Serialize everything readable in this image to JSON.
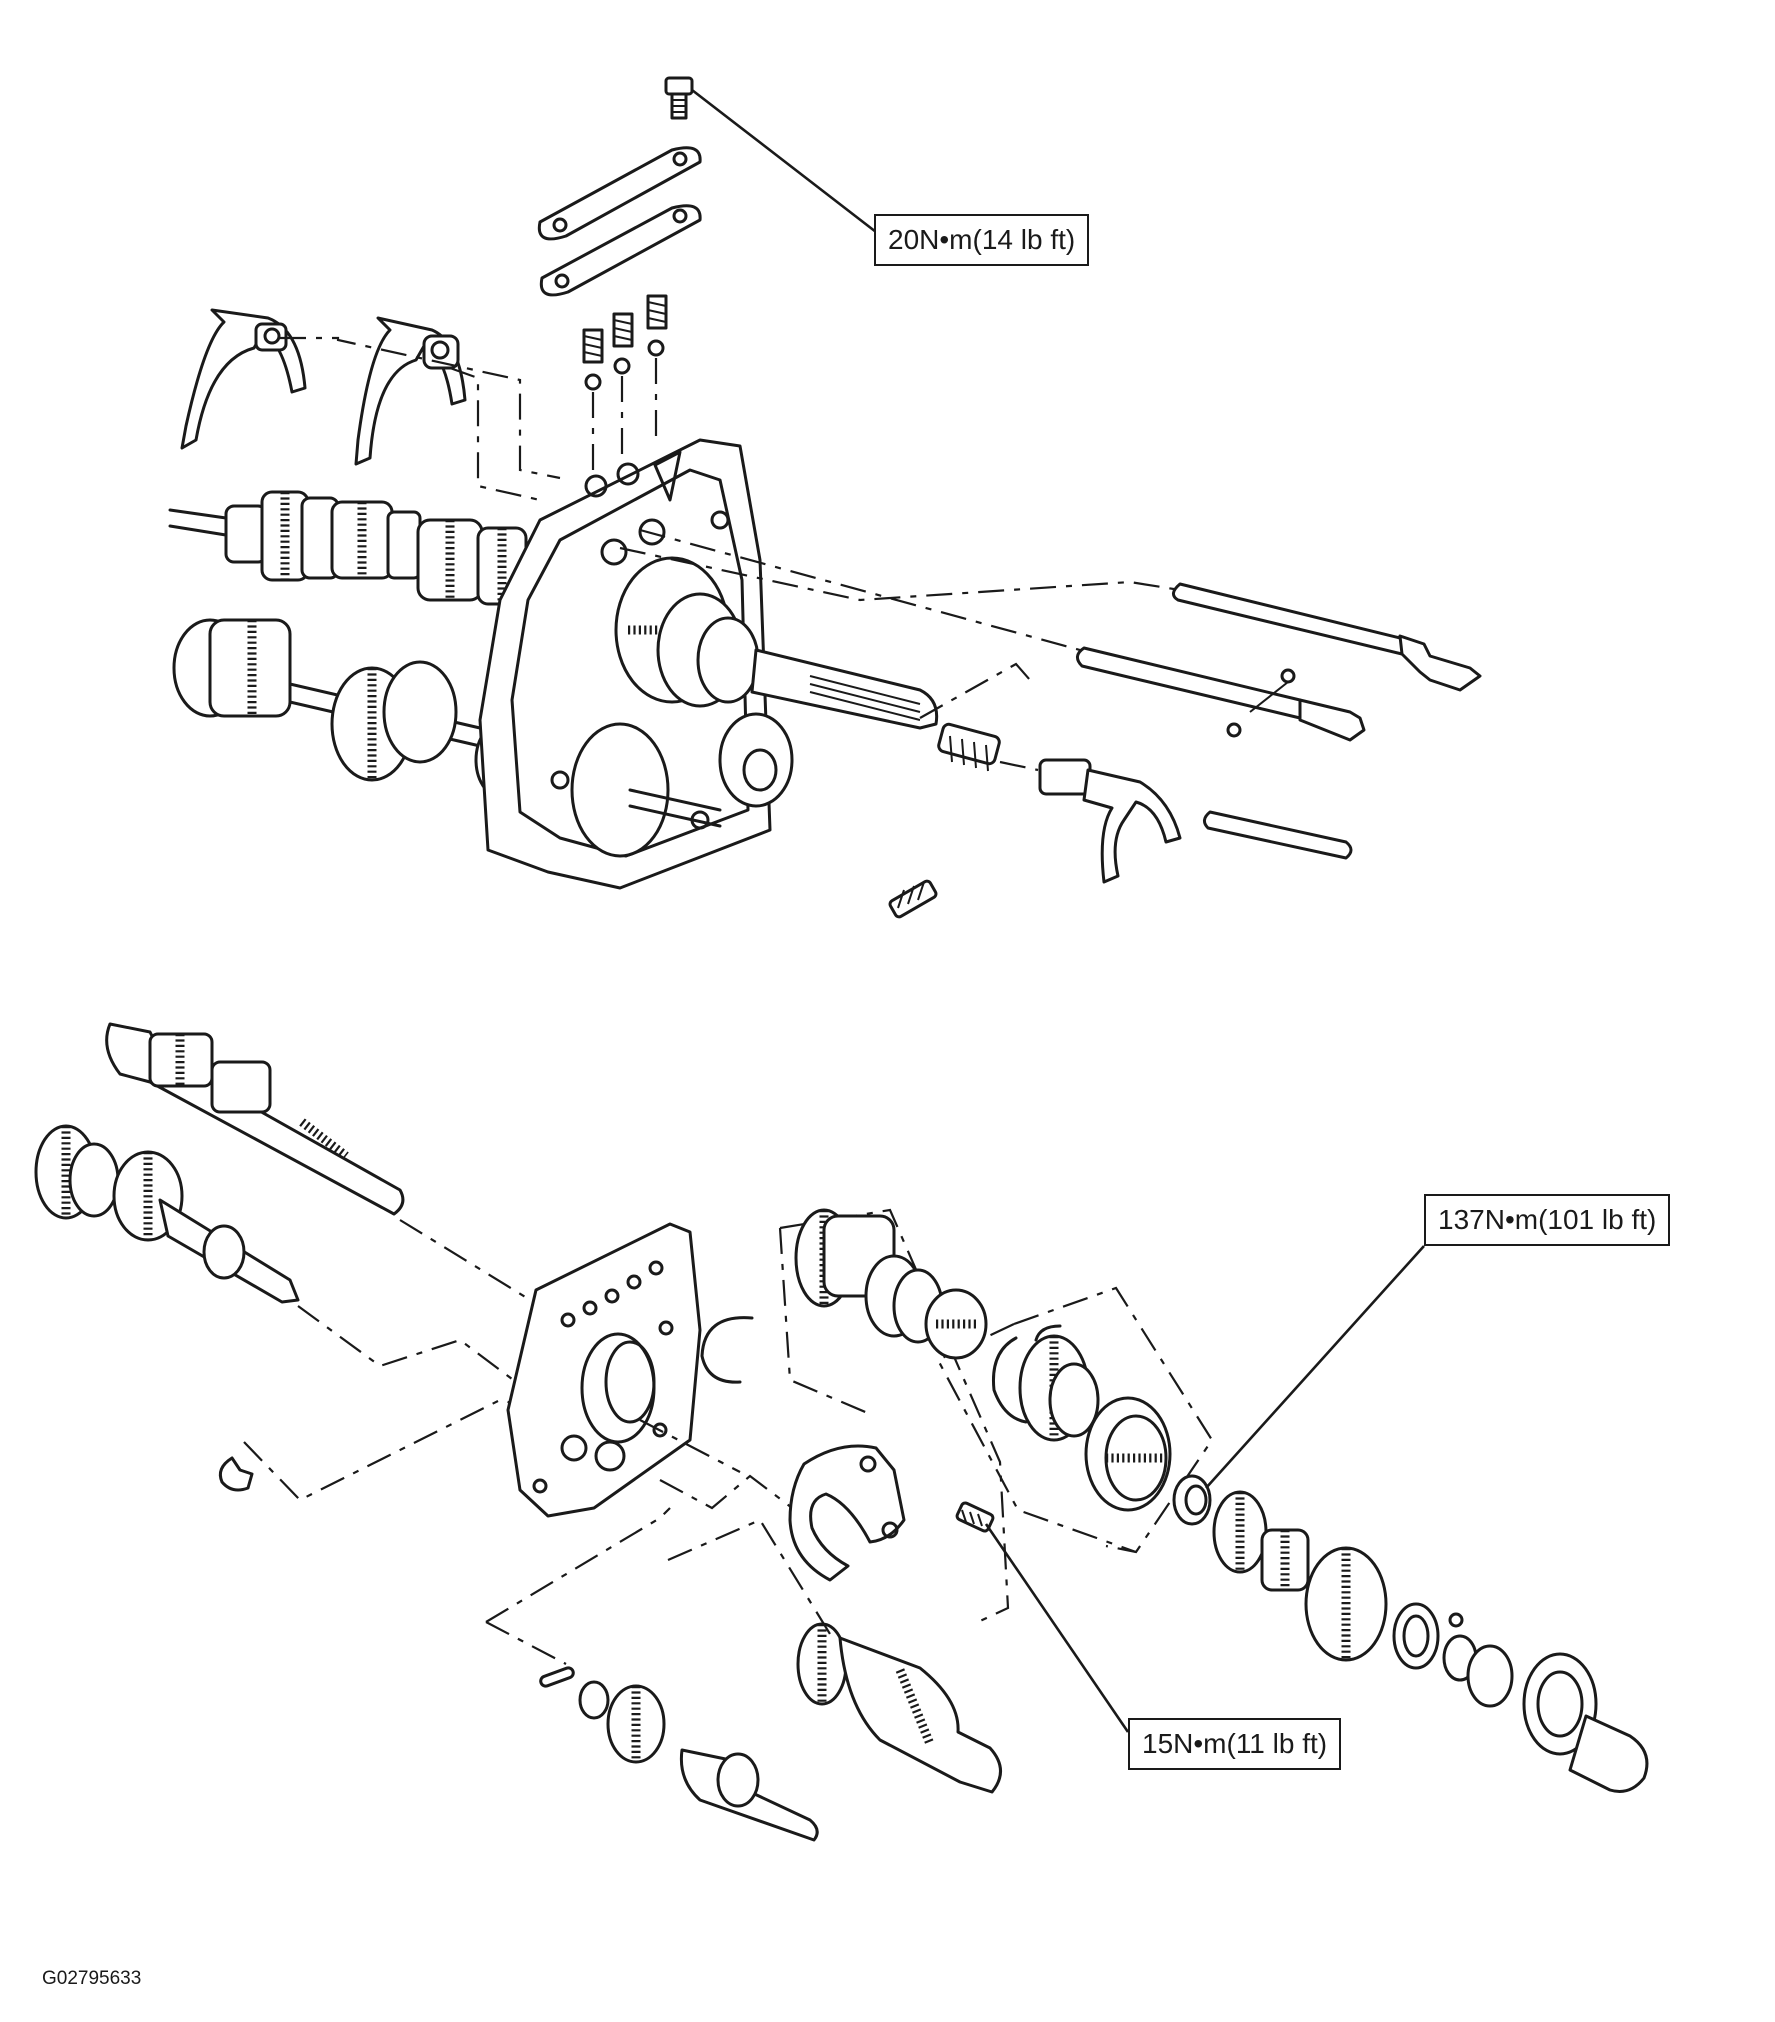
{
  "callouts": {
    "shift_rail_bolt": "20N•m(14 lb ft)",
    "mainshaft_locknut": "137N•m(101 lb ft)",
    "lock_bolt": "15N•m(11 lb ft)"
  },
  "figure_code": "G02795633"
}
